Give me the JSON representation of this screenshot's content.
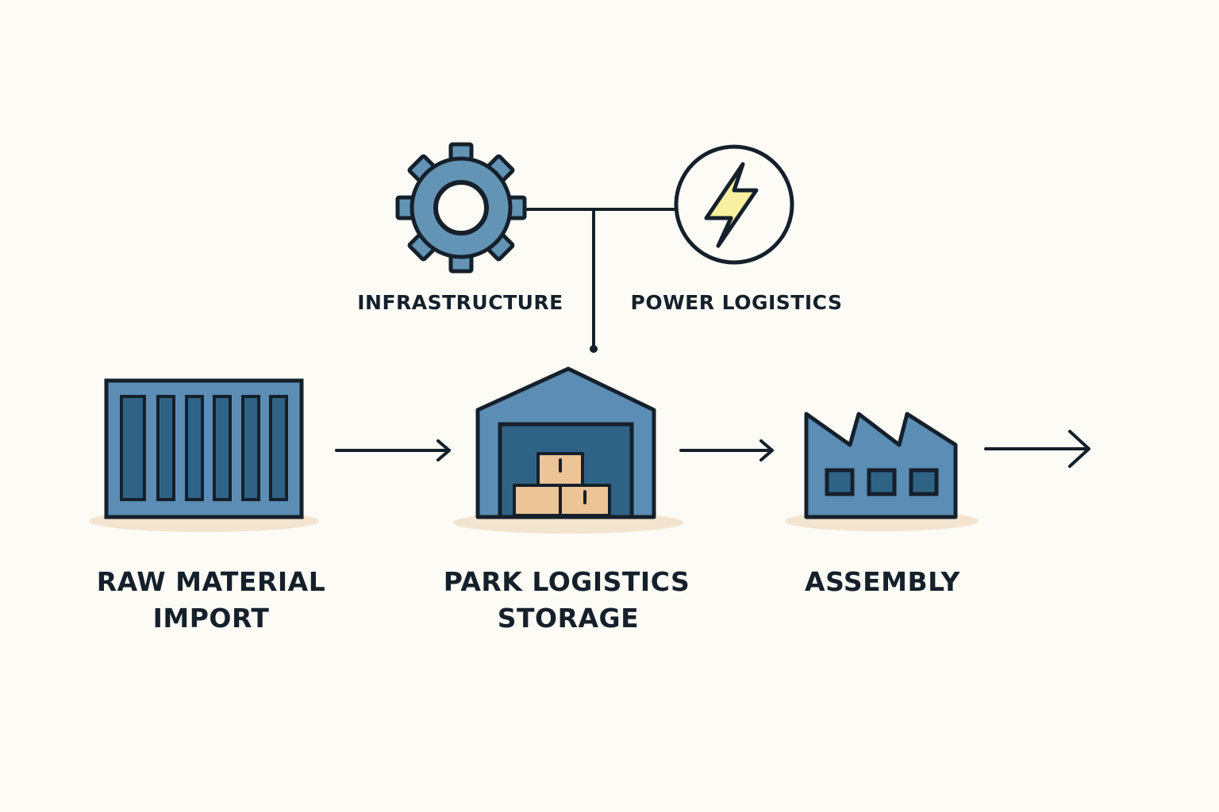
{
  "colors": {
    "background": "#fcfbf6",
    "ink": "#15202b",
    "blue": "#5b8db5",
    "dark_blue": "#2f6386",
    "gear_blue": "#6494b5",
    "box_tan": "#ecc496",
    "shadow": "#f3e4d0",
    "bolt_yellow": "#f6f0a0"
  },
  "top": {
    "infrastructure": {
      "icon": "gear-icon",
      "label": "INFRASTRUCTURE"
    },
    "power": {
      "icon": "lightning-bolt-icon",
      "label": "POWER LOGISTICS"
    }
  },
  "stages": [
    {
      "icon": "shipping-container-icon",
      "label_line1": "RAW MATERIAL",
      "label_line2": "IMPORT"
    },
    {
      "icon": "warehouse-icon",
      "label_line1": "PARK LOGISTICS",
      "label_line2": "STORAGE"
    },
    {
      "icon": "factory-icon",
      "label_line1": "ASSEMBLY"
    }
  ]
}
